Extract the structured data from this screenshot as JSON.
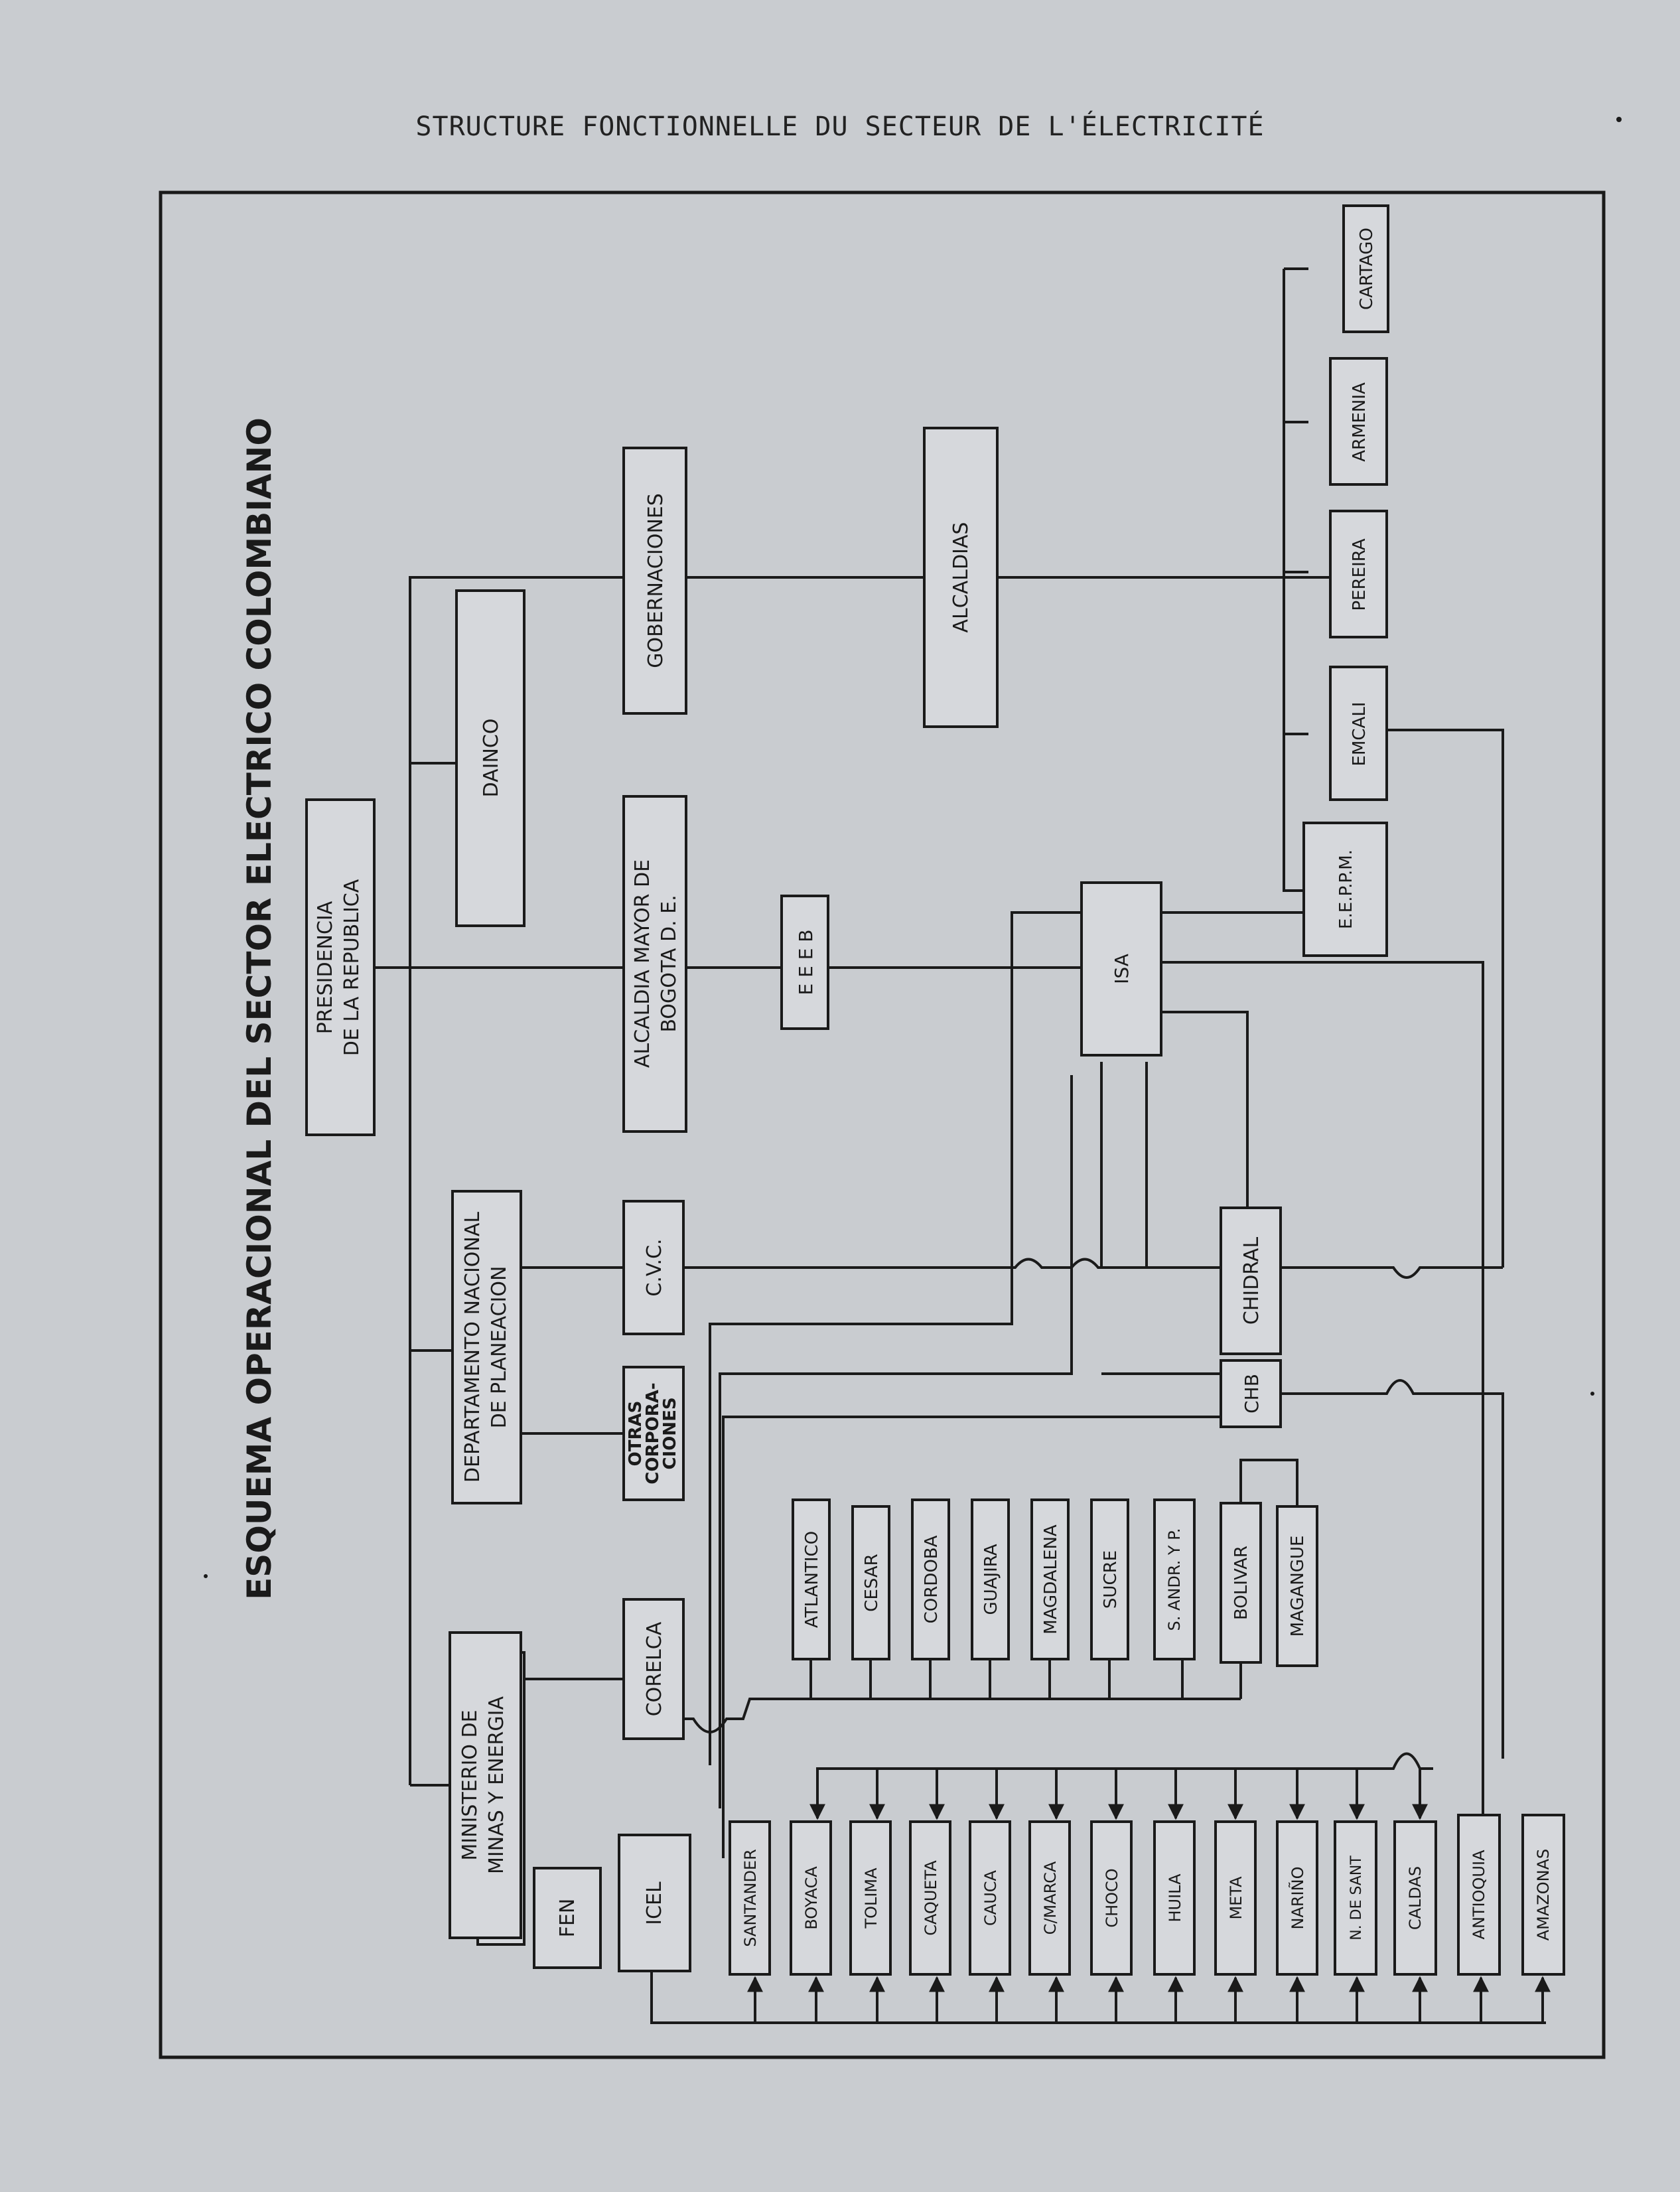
{
  "header": {
    "title": "STRUCTURE FONCTIONNELLE DU SECTEUR DE L'ÉLECTRICITÉ"
  },
  "diagram": {
    "title": "ESQUEMA OPERACIONAL DEL SECTOR ELECTRICO COLOMBIANO",
    "government": {
      "presidencia": [
        "PRESIDENCIA",
        "DE LA REPUBLICA"
      ],
      "dainco": "DAINCO",
      "gobernaciones": "GOBERNACIONES",
      "alcaldias": "ALCALDIAS",
      "planeacion": [
        "DEPARTAMENTO NACIONAL",
        "DE PLANEACION"
      ],
      "ministerio": [
        "MINISTERIO DE",
        "MINAS Y ENERGIA"
      ],
      "fen": "FEN",
      "alcaldia_mayor": [
        "ALCALDIA MAYOR DE",
        "BOGOTA D. E."
      ]
    },
    "entities": {
      "eeeb": "E E E B",
      "isa": "ISA",
      "cvc": "C.V.C.",
      "otras": [
        "OTRAS",
        "CORPORA-",
        "CIONES"
      ],
      "chidral": "CHIDRAL",
      "chb": "CHB",
      "corelca": "CORELCA",
      "icel": "ICEL"
    },
    "municipal_companies": [
      "CARTAGO",
      "ARMENIA",
      "PEREIRA",
      "EMCALI",
      "E.E.P.P.M."
    ],
    "corelca_companies": [
      "ATLANTICO",
      "CESAR",
      "CORDOBA",
      "GUAJIRA",
      "MAGDALENA",
      "SUCRE",
      "S. ANDR. Y P.",
      "BOLIVAR",
      "MAGANGUE"
    ],
    "icel_companies": [
      "SANTANDER",
      "BOYACA",
      "TOLIMA",
      "CAQUETA",
      "CAUCA",
      "C/MARCA",
      "CHOCO",
      "HUILA",
      "META",
      "NARIÑO",
      "N. DE SANT",
      "CALDAS",
      "ANTIOQUIA",
      "AMAZONAS"
    ]
  }
}
